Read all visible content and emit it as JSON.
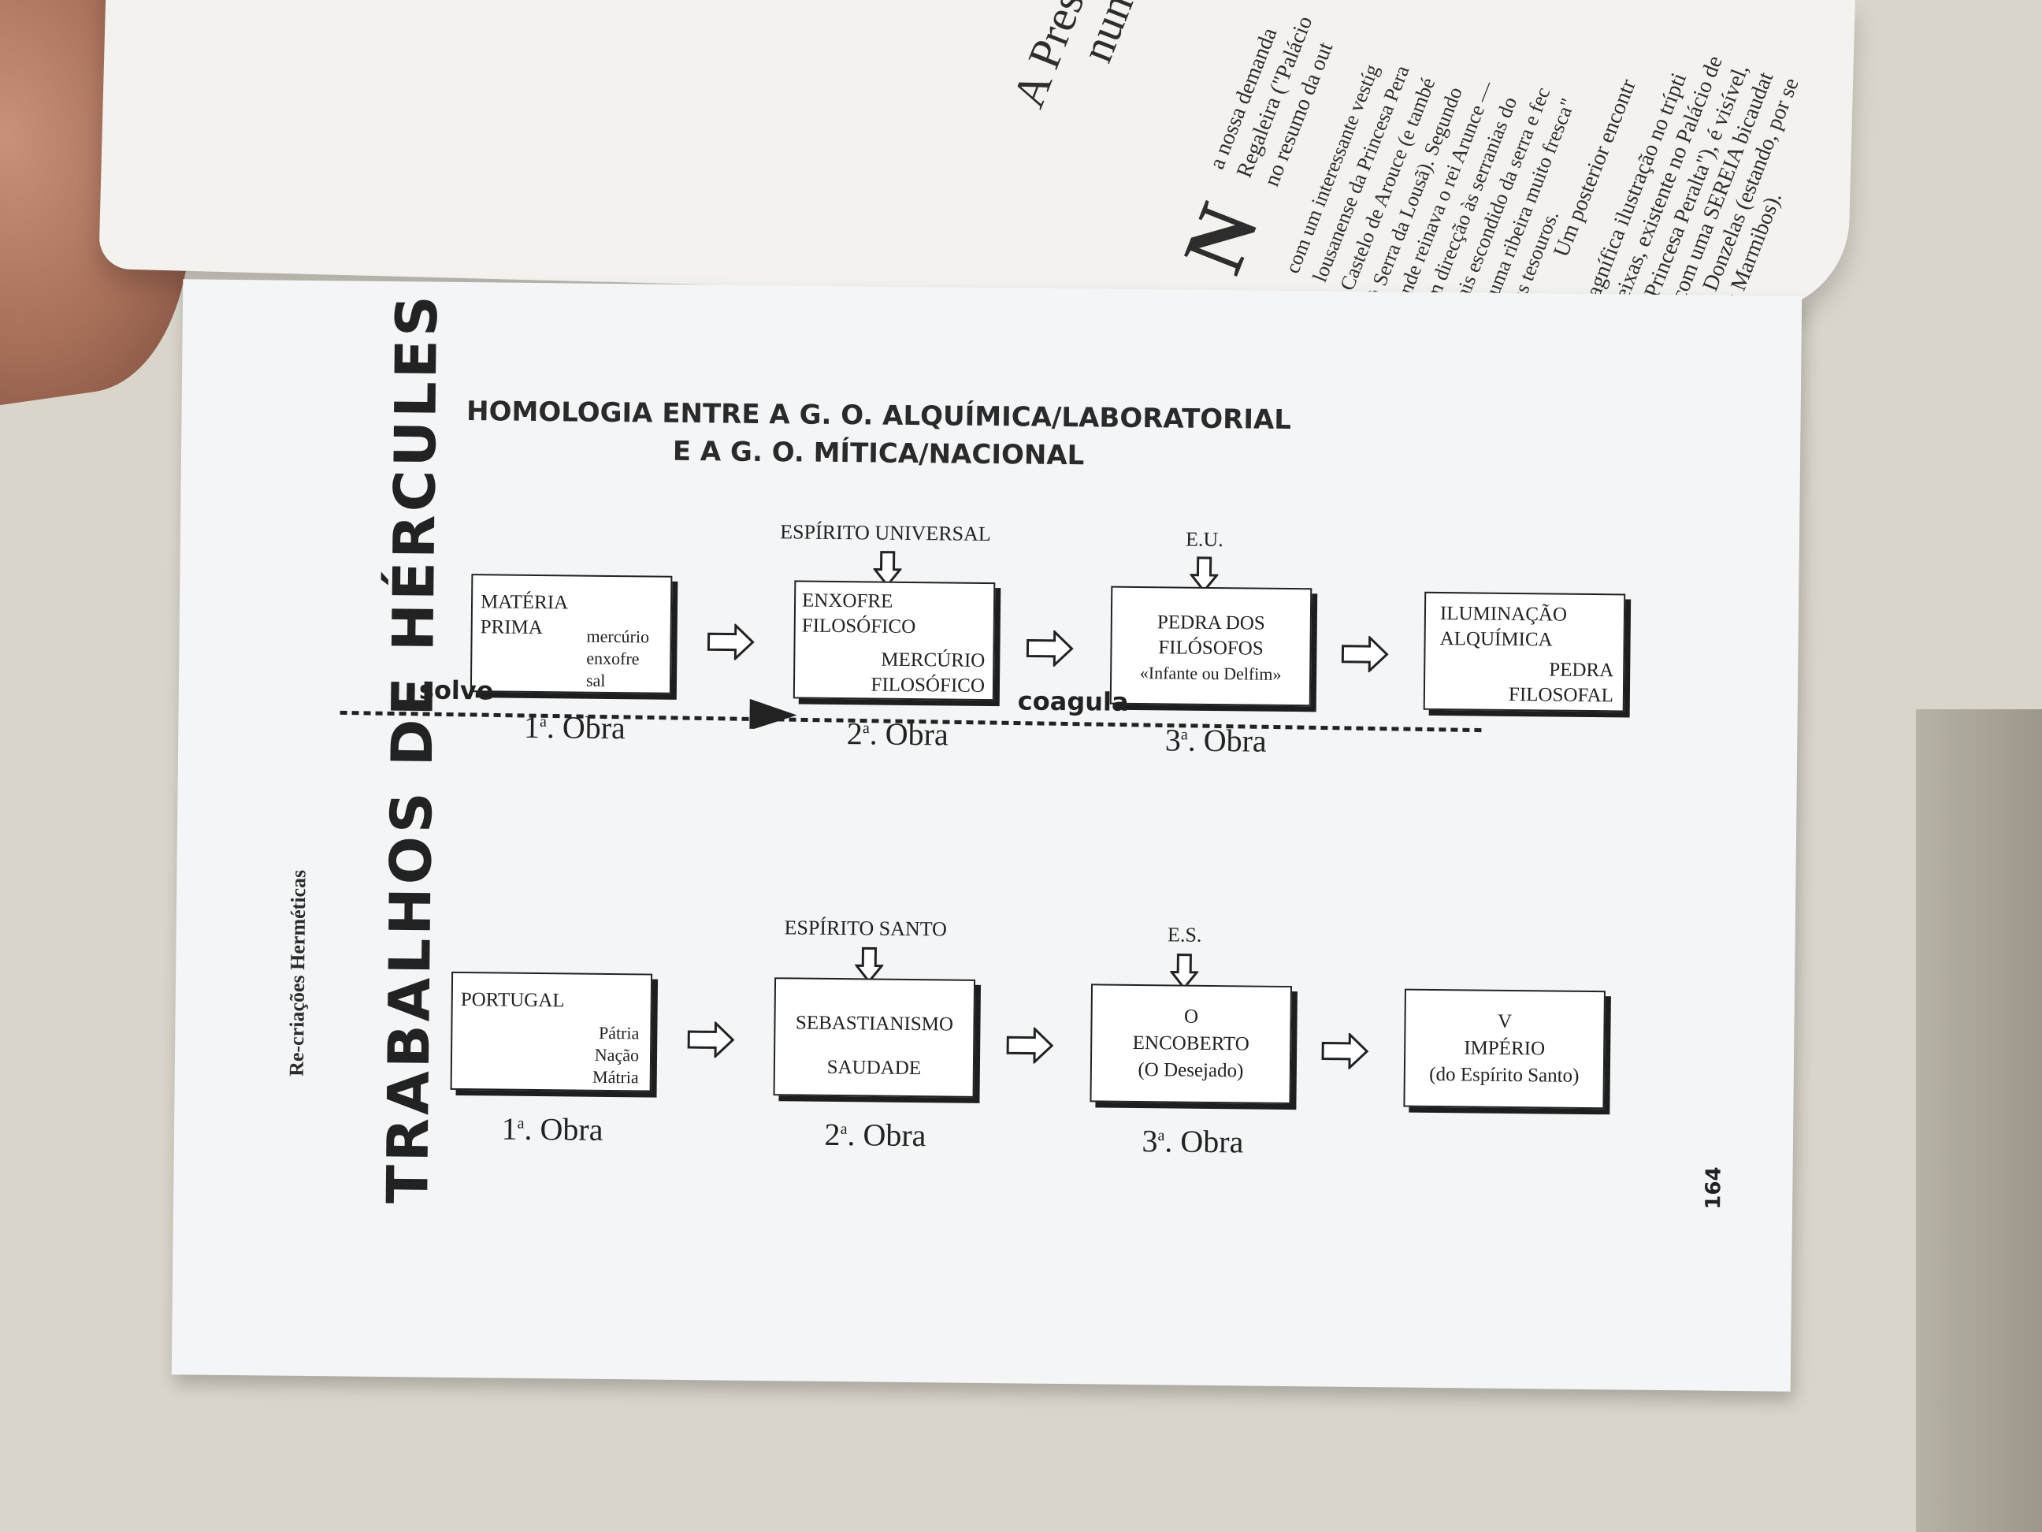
{
  "running_head": "Re-criações Herméticas",
  "section_title": "TRABALHOS DE HÉRCULES",
  "page_number": "164",
  "diagram": {
    "title_line1": "HOMOLOGIA ENTRE A G. O. ALQUÍMICA/LABORATORIAL",
    "title_line2": "E A G. O. MÍTICA/NACIONAL",
    "top_row": {
      "above": [
        "ESPÍRITO UNIVERSAL",
        "E.U."
      ],
      "boxes": [
        {
          "main": [
            "MATÉRIA",
            "PRIMA"
          ],
          "sub": [
            "mercúrio",
            "enxofre",
            "sal"
          ]
        },
        {
          "main": [
            "ENXOFRE",
            "FILOSÓFICO"
          ],
          "sub": [
            "MERCÚRIO",
            "FILOSÓFICO"
          ]
        },
        {
          "main": [
            "PEDRA DOS",
            "FILÓSOFOS",
            "«Infante ou Delfim»"
          ]
        },
        {
          "main": [
            "ILUMINAÇÃO",
            "ALQUÍMICA"
          ],
          "sub": [
            "PEDRA",
            "FILOSOFAL"
          ]
        }
      ],
      "stages": [
        "1ª. Obra",
        "2ª. Obra",
        "3ª. Obra"
      ]
    },
    "divider": {
      "left_label": "solve",
      "right_label": "coagula"
    },
    "bottom_row": {
      "above": [
        "ESPÍRITO SANTO",
        "E.S."
      ],
      "boxes": [
        {
          "main": [
            "PORTUGAL"
          ],
          "sub": [
            "Pátria",
            "Nação",
            "Mátria"
          ]
        },
        {
          "main": [
            "SEBASTIANISMO",
            "SAUDADE"
          ]
        },
        {
          "main": [
            "O",
            "ENCOBERTO",
            "(O Desejado)"
          ]
        },
        {
          "main": [
            "V",
            "IMPÉRIO",
            "(do Espírito Santo)"
          ]
        }
      ],
      "stages": [
        "1ª. Obra",
        "2ª. Obra",
        "3ª. Obra"
      ]
    }
  },
  "facing_page": {
    "heading_partial": [
      "A Pres",
      "nun"
    ],
    "text_fragments": [
      "a nossa demanda",
      "Regaleira (\"Palácio",
      "no resumo da out",
      "com um interessante vestíg",
      "lousanense da Princesa Pera",
      "Castelo de Arouce (e també",
      "à Serra da Lousã). Segundo",
      "onde reinava o rei Arunce —",
      "em direcção às serranias do",
      "mais escondido da serra e fec",
      "de uma ribeira muito fresca\"",
      "seus tesouros.",
      "Um posterior encontr",
      "magnífica ilustração no trípti",
      "Freixas, existente no Palácio de",
      "da Princesa Peralta\"), é visível,",
      "se com uma SEREIA bicaudat",
      "das Donzelas (estando, por se",
      "dos Marmibos)."
    ]
  }
}
